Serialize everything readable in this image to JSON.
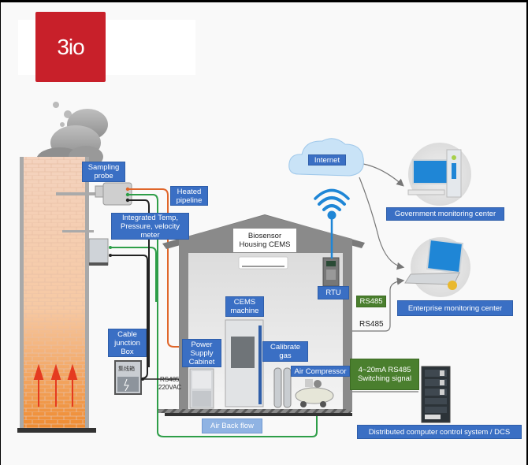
{
  "logo": {
    "text": "3io",
    "brand_color": "#c8202a"
  },
  "labels": {
    "sampling_probe": "Sampling probe",
    "heated_pipeline": "Heated pipeline",
    "integrated_meter": "Integrated Temp, Pressure, velocity meter",
    "biosensor_housing": "Biosensor Housing CEMS",
    "internet": "Internet",
    "government_center": "Government monitoring center",
    "enterprise_center": "Enterprise monitoring center",
    "rtu": "RTU",
    "rs485_badge": "RS485",
    "rs485_line": "RS485",
    "cems_machine": "CEMS machine",
    "cable_junction_box": "Cable junction Box",
    "power_supply_cabinet": "Power Supply Cabinet",
    "calibrate_gas": "Calibrate gas",
    "air_compressor": "Air Compressor",
    "signal_box": "4~20mA RS485 Switching signal",
    "rs485_220vac_1": "RS485",
    "rs485_220vac_2": "220VAC",
    "air_back_flow": "Air Back flow",
    "dcs": "Distributed computer control system / DCS",
    "junction_box_text": "集线箱"
  },
  "colors": {
    "label_blue": "#3a6fc4",
    "label_green": "#4a7f2e",
    "pipe_orange": "#e0662a",
    "pipe_green": "#2e9e48",
    "pipe_black": "#222222",
    "wifi_blue": "#1f86d6"
  }
}
